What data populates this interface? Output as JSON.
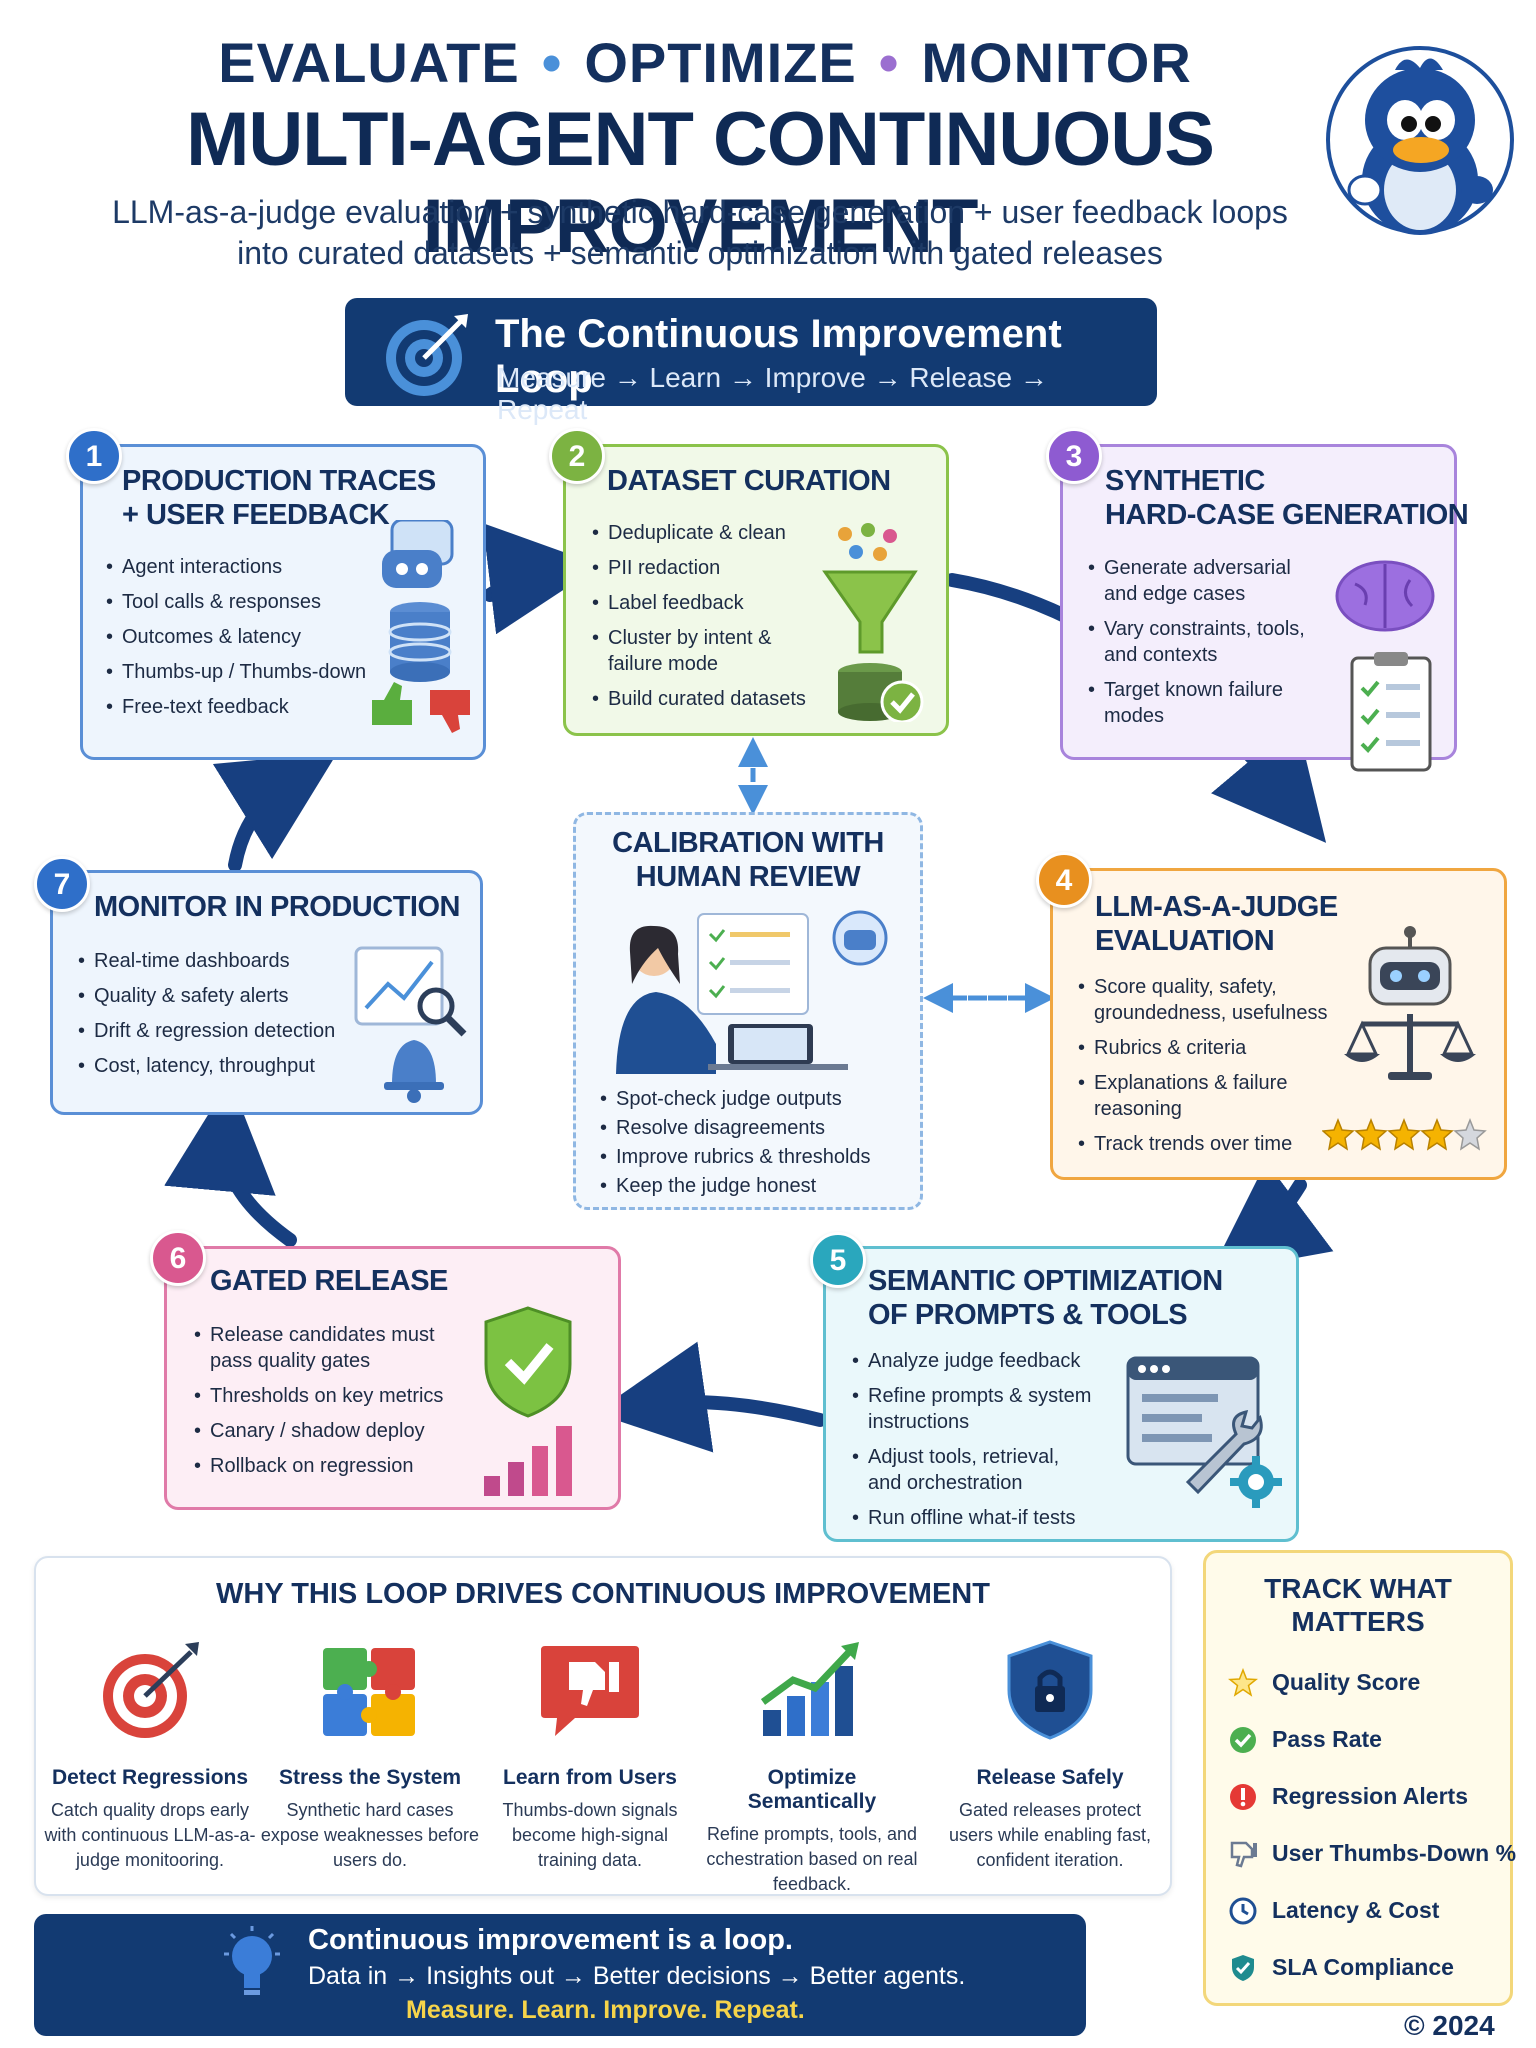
{
  "header": {
    "top_words": [
      "EVALUATE",
      "OPTIMIZE",
      "MONITOR"
    ],
    "title": "MULTI-AGENT CONTINUOUS IMPROVEMENT",
    "subtitle_line1": "LLM-as-a-judge evaluation + synthetic hard-case generation + user feedback loops",
    "subtitle_line2": "into curated datasets + semantic optimization with gated releases"
  },
  "loop_banner": {
    "title": "The Continuous Improvement Loop",
    "subtitle": "Measure → Learn → Improve → Release → Repeat"
  },
  "steps": [
    {
      "number": "1",
      "title_line1": "PRODUCTION TRACES",
      "title_line2": "+ USER FEEDBACK",
      "items": [
        "Agent interactions",
        "Tool calls & responses",
        "Outcomes & latency",
        "Thumbs-up / Thumbs-down",
        "Free-text feedback"
      ]
    },
    {
      "number": "2",
      "title_line1": "DATASET CURATION",
      "title_line2": "",
      "items": [
        "Deduplicate & clean",
        "PII redaction",
        "Label feedback",
        "Cluster by intent &\nfailure mode",
        "Build curated datasets"
      ]
    },
    {
      "number": "3",
      "title_line1": "SYNTHETIC",
      "title_line2": "HARD-CASE GENERATION",
      "items": [
        "Generate adversarial\nand edge cases",
        "Vary constraints, tools,\nand contexts",
        "Target known failure\nmodes"
      ]
    },
    {
      "number": "4",
      "title_line1": "LLM-AS-A-JUDGE",
      "title_line2": "EVALUATION",
      "items": [
        "Score quality, safety,\ngroundedness, usefulness",
        "Rubrics & criteria",
        "Explanations & failure\nreasoning",
        "Track trends over time"
      ]
    },
    {
      "number": "5",
      "title_line1": "SEMANTIC OPTIMIZATION",
      "title_line2": "OF PROMPTS & TOOLS",
      "items": [
        "Analyze judge feedback",
        "Refine prompts & system\ninstructions",
        "Adjust tools, retrieval,\nand orchestration",
        "Run offline what-if tests"
      ]
    },
    {
      "number": "6",
      "title_line1": "GATED RELEASE",
      "title_line2": "",
      "items": [
        "Release candidates must\npass quality gates",
        "Thresholds on key metrics",
        "Canary / shadow deploy",
        "Rollback on regression"
      ]
    },
    {
      "number": "7",
      "title_line1": "MONITOR IN PRODUCTION",
      "title_line2": "",
      "items": [
        "Real-time dashboards",
        "Quality & safety alerts",
        "Drift & regression detection",
        "Cost, latency, throughput"
      ]
    }
  ],
  "calibration": {
    "title_line1": "CALIBRATION WITH",
    "title_line2": "HUMAN REVIEW",
    "items": [
      "Spot-check judge outputs",
      "Resolve disagreements",
      "Improve rubrics & thresholds",
      "Keep the judge honest"
    ]
  },
  "why": {
    "title": "WHY THIS LOOP DRIVES CONTINUOUS IMPROVEMENT",
    "items": [
      {
        "title": "Detect Regressions",
        "desc": "Catch quality drops early with continuous LLM-as-a-judge monitooring."
      },
      {
        "title": "Stress the System",
        "desc": "Synthetic hard cases expose weaknesses before users do."
      },
      {
        "title": "Learn from Users",
        "desc": "Thumbs-down signals become high-signal training data."
      },
      {
        "title": "Optimize Semantically",
        "desc": "Refine prompts, tools, and cchestration based on real feedback."
      },
      {
        "title": "Release Safely",
        "desc": "Gated releases protect users while enabling fast, confident iteration."
      }
    ]
  },
  "track": {
    "title_line1": "TRACK WHAT",
    "title_line2": "MATTERS",
    "items": [
      {
        "label": "Quality Score",
        "icon": "star-icon"
      },
      {
        "label": "Pass Rate",
        "icon": "check-circle-icon"
      },
      {
        "label": "Regression Alerts",
        "icon": "alert-icon"
      },
      {
        "label": "User Thumbs-Down %",
        "icon": "thumbs-down-icon"
      },
      {
        "label": "Latency & Cost",
        "icon": "clock-icon"
      },
      {
        "label": "SLA Compliance",
        "icon": "shield-check-icon"
      }
    ]
  },
  "footer": {
    "line1": "Continuous improvement is a loop.",
    "line2": "Data in → Insights out → Better decisions → Better agents.",
    "line3": "Measure. Learn. Improve. Repeat."
  },
  "copyright": "© 2024",
  "colors": {
    "navy": "#123a72",
    "step1": "#2f6fc9",
    "step2": "#7cb342",
    "step3": "#8e5bd1",
    "step4": "#e8901f",
    "step5": "#2aa7bd",
    "step6": "#d9588f",
    "step7": "#2f6fc9"
  }
}
